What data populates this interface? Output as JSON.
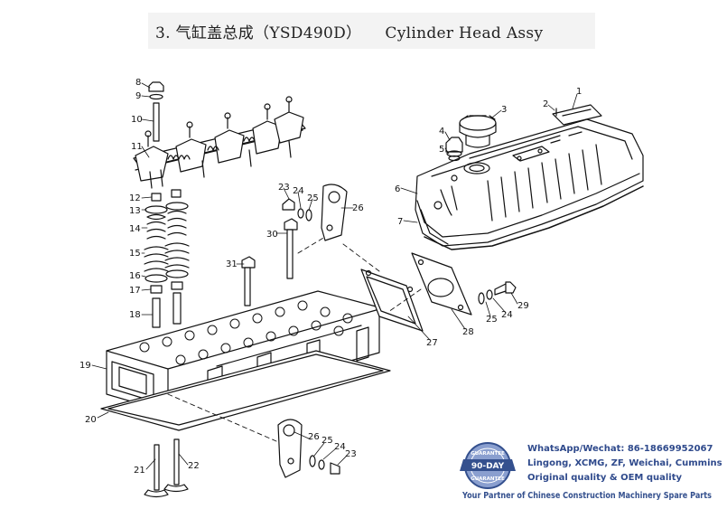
{
  "header": {
    "title": "3. 气缸盖总成（YSD490D）　　Cylinder Head Assy"
  },
  "callouts": [
    {
      "id": "c1",
      "label": "1"
    },
    {
      "id": "c2",
      "label": "2"
    },
    {
      "id": "c3",
      "label": "3"
    },
    {
      "id": "c4",
      "label": "4"
    },
    {
      "id": "c5",
      "label": "5"
    },
    {
      "id": "c6",
      "label": "6"
    },
    {
      "id": "c7",
      "label": "7"
    },
    {
      "id": "c8",
      "label": "8"
    },
    {
      "id": "c9",
      "label": "9"
    },
    {
      "id": "c10",
      "label": "10"
    },
    {
      "id": "c11",
      "label": "11"
    },
    {
      "id": "c12",
      "label": "12"
    },
    {
      "id": "c13",
      "label": "13"
    },
    {
      "id": "c14",
      "label": "14"
    },
    {
      "id": "c15",
      "label": "15"
    },
    {
      "id": "c16",
      "label": "16"
    },
    {
      "id": "c17",
      "label": "17"
    },
    {
      "id": "c18",
      "label": "18"
    },
    {
      "id": "c19",
      "label": "19"
    },
    {
      "id": "c20",
      "label": "20"
    },
    {
      "id": "c21",
      "label": "21"
    },
    {
      "id": "c22",
      "label": "22"
    },
    {
      "id": "c23a",
      "label": "23"
    },
    {
      "id": "c24a",
      "label": "24"
    },
    {
      "id": "c25a",
      "label": "25"
    },
    {
      "id": "c26a",
      "label": "26"
    },
    {
      "id": "c27",
      "label": "27"
    },
    {
      "id": "c28",
      "label": "28"
    },
    {
      "id": "c29",
      "label": "29"
    },
    {
      "id": "c30",
      "label": "30"
    },
    {
      "id": "c31",
      "label": "31"
    },
    {
      "id": "c25b",
      "label": "25"
    },
    {
      "id": "c24b",
      "label": "24"
    },
    {
      "id": "c26b",
      "label": "26"
    },
    {
      "id": "c25c",
      "label": "25"
    },
    {
      "id": "c24c",
      "label": "24"
    },
    {
      "id": "c23c",
      "label": "23"
    }
  ],
  "watermark": {
    "badge_top": "GUARANTEE",
    "badge_main": "90-DAY",
    "badge_bottom": "GUARANTEE",
    "line1": "WhatsApp/Wechat: 86-18669952067",
    "line2": "Lingong, XCMG, ZF, Weichai, Cummins",
    "line3": "Original quality & OEM quality",
    "tagline": "Your Partner of Chinese Construction Machinery Spare Parts"
  },
  "colors": {
    "ink": "#111111",
    "title_bg": "#f3f3f3",
    "watermark": "#34508e"
  }
}
